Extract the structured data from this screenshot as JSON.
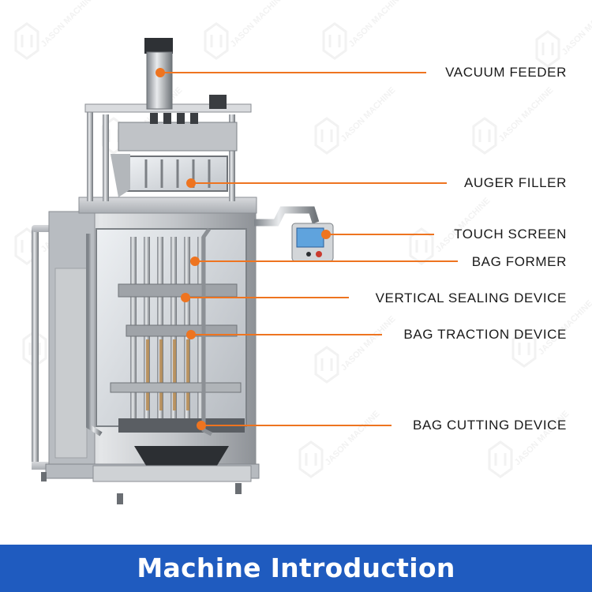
{
  "callouts": [
    {
      "id": "vacuum-feeder",
      "label": "VACUUM FEEDER"
    },
    {
      "id": "auger-filler",
      "label": "AUGER FILLER"
    },
    {
      "id": "touch-screen",
      "label": "TOUCH SCREEN"
    },
    {
      "id": "bag-former",
      "label": "BAG FORMER"
    },
    {
      "id": "vertical-sealing-device",
      "label": "VERTICAL SEALING DEVICE"
    },
    {
      "id": "bag-traction-device",
      "label": "BAG TRACTION DEVICE"
    },
    {
      "id": "bag-cutting-device",
      "label": "BAG CUTTING DEVICE"
    }
  ],
  "banner": {
    "title": "Machine Introduction"
  },
  "watermark": {
    "text": "JASON MACHINE"
  },
  "colors": {
    "callout_line": "#ee7420",
    "banner": "#1f5bbf",
    "banner_text": "#ffffff",
    "machine_steel": "#c9ccd0"
  }
}
